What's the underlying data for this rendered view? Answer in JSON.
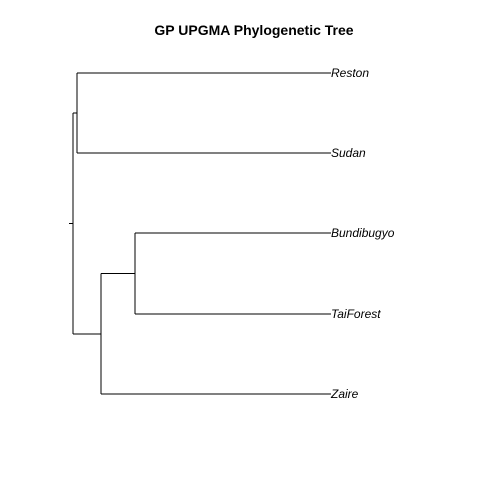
{
  "figure": {
    "title": "GP UPGMA Phylogenetic Tree"
  },
  "tree": {
    "method": "UPGMA",
    "tips": [
      "Reston",
      "Sudan",
      "Bundibugyo",
      "TaiForest",
      "Zaire"
    ],
    "root": {
      "id": "root",
      "children": [
        {
          "id": "clade-reston-sudan",
          "children": [
            {
              "id": "tip-reston",
              "label": "Reston"
            },
            {
              "id": "tip-sudan",
              "label": "Sudan"
            }
          ]
        },
        {
          "id": "clade-zaire-group",
          "children": [
            {
              "id": "clade-bundibugyo-taiforest",
              "children": [
                {
                  "id": "tip-bundibugyo",
                  "label": "Bundibugyo"
                },
                {
                  "id": "tip-taiforest",
                  "label": "TaiForest"
                }
              ]
            },
            {
              "id": "tip-zaire",
              "label": "Zaire"
            }
          ]
        }
      ]
    }
  }
}
